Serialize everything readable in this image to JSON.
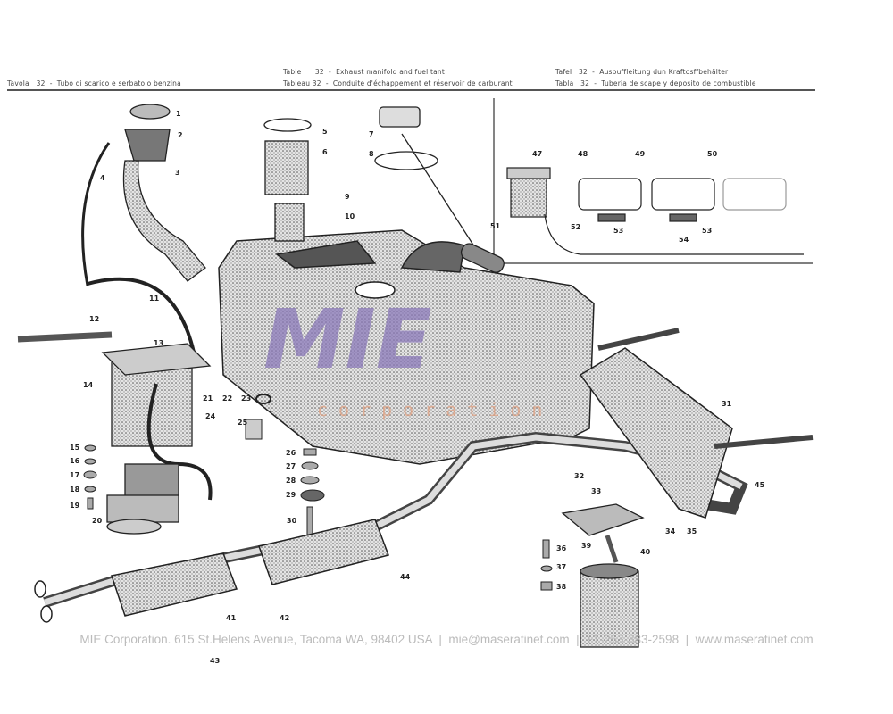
{
  "header": {
    "it": {
      "label": "Tavola",
      "text": "32  -  Tubo di scarico e serbatoio benzina"
    },
    "en": {
      "label": "Table",
      "text": "32  -  Exhaust manifold and fuel tant"
    },
    "fr": {
      "label": "Tableau",
      "text": "32  -  Conduite d'échappement et réservoir de carburant"
    },
    "de": {
      "label": "Tafel",
      "text": "32  -  Auspuffleitung dun Kraftosffbehälter"
    },
    "es": {
      "label": "Tabla",
      "text": "32  -  Tuberia de scape y deposito de combustible"
    }
  },
  "diagram": {
    "callouts": [
      "1",
      "2",
      "3",
      "4",
      "5",
      "6",
      "7",
      "8",
      "9",
      "10",
      "11",
      "12",
      "13",
      "14",
      "15",
      "16",
      "17",
      "18",
      "19",
      "20",
      "21",
      "22",
      "23",
      "24",
      "25",
      "26",
      "27",
      "28",
      "29",
      "30",
      "31",
      "32",
      "33",
      "34",
      "35",
      "36",
      "37",
      "38",
      "39",
      "40",
      "41",
      "42",
      "43",
      "44",
      "45",
      "47",
      "48",
      "49",
      "50",
      "51",
      "52",
      "53",
      "54",
      "53"
    ],
    "watermark": {
      "logo": "MIE",
      "subtitle": "corporation",
      "color": "#8a78b8",
      "subtitle_color": "#e0a080"
    }
  },
  "footer": {
    "text": "MIE Corporation. 615 St.Helens Avenue, Tacoma WA, 98402 USA  |  mie@maseratinet.com  |  +1-253-383-2598  |  www.maseratinet.com"
  }
}
